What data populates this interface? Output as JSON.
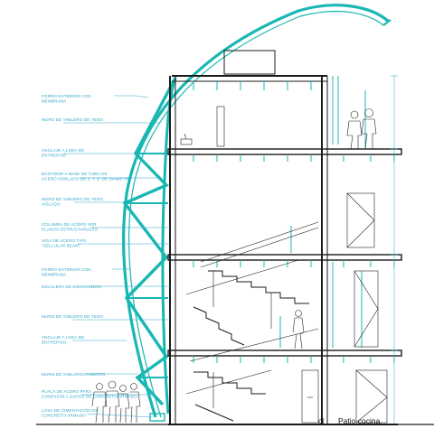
{
  "colors": {
    "accent": "#19b7b3",
    "label_text": "#2fa7c9",
    "structure": "#1a1a1a",
    "background": "#ffffff"
  },
  "annotations": [
    "FORRO EXTERIOR CON MEMBRANA",
    "MURO DE TABLERO DE YESO",
    "ANCLAJE A LOSA DE ENTREPISO",
    "BASTIDOR A BASE DE TUBO DE ACERO DOBLADO DE 2\" Y 3\" DE DIÁMETRO",
    "MURO DE TABLERO DE YESO AISLADO",
    "COLUMNA DE ACERO VER PLANOS ESTRUCTURALES",
    "VIGA DE ACERO TIPO \"CELLULAR BEAM\"",
    "FORRO EXTERIOR CON MEMBRANA",
    "ESCALERA DE EMERGENCIA",
    "MURO DE TABLERO DE YESO",
    "ANCLAJE A LOSA DE ENTREPISO",
    "MURO DE TABLAROCA/MENTO",
    "PLACA DE ACERO PARA CONEXIÓN A DADOS DE CONCRETO ARMADO",
    "LOSA DE CIMENTACIÓN DE CONCRETO ARMADO"
  ],
  "labels": {
    "patio": "Patio cocina",
    "cl": "cl"
  }
}
